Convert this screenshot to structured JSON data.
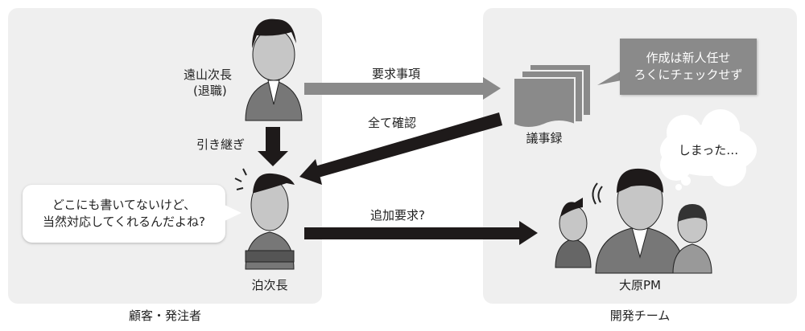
{
  "groups": {
    "customer": {
      "label": "顧客・発注者"
    },
    "dev_team": {
      "label": "開発チーム"
    }
  },
  "people": {
    "toyama": {
      "name": "遠山次長",
      "note": "(退職)"
    },
    "tomari": {
      "name": "泊次長"
    },
    "ohara": {
      "name": "大原PM"
    }
  },
  "document": {
    "label": "議事録"
  },
  "arrows": {
    "requirements": "要求事項",
    "handover": "引き継ぎ",
    "confirm_all": "全て確認",
    "additional": "追加要求?"
  },
  "speech": {
    "tomari": [
      "どこにも書いてないけど、",
      "当然対応してくれるんだよね?"
    ],
    "minutes_note": [
      "作成は新人任せ",
      "ろくにチェックせず"
    ],
    "ohara_thought": "しまった…"
  },
  "colors": {
    "panel": "#efefef",
    "gray_arrow": "#8a8a8a",
    "black_arrow": "#1e1a1a"
  }
}
